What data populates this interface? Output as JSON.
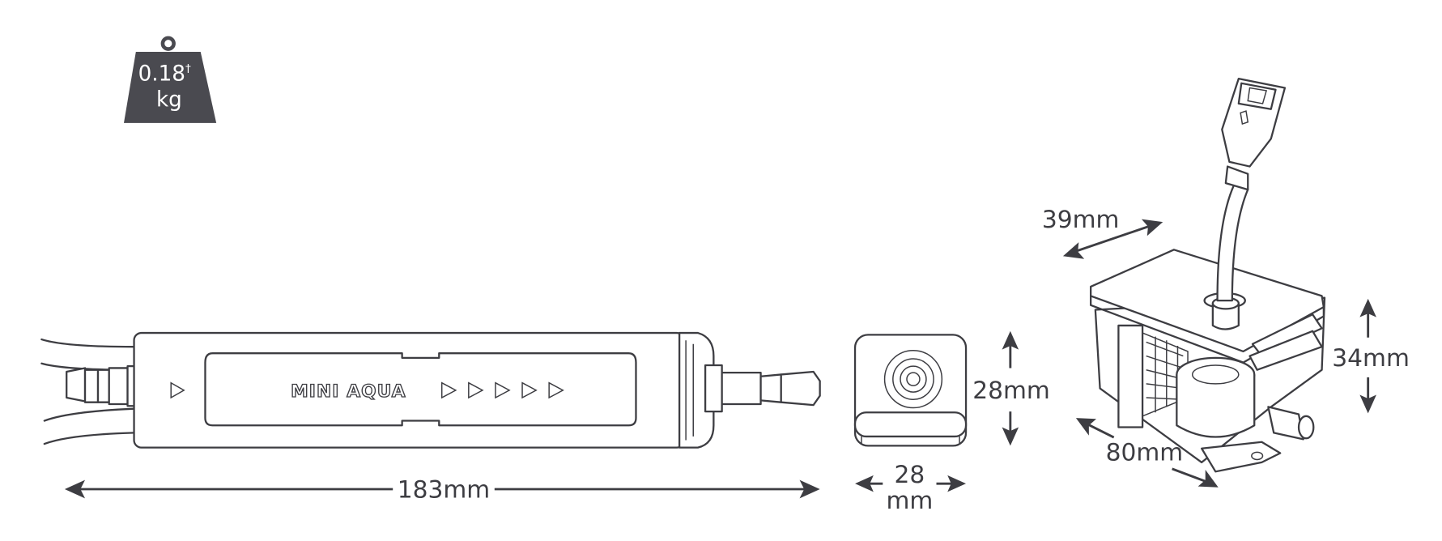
{
  "weight": {
    "value": "0.18",
    "mark": "†",
    "unit": "kg"
  },
  "product_label": "MINI AQUA",
  "dimensions": {
    "length": "183mm",
    "front_height": "28mm",
    "front_width_value": "28",
    "front_width_unit": "mm",
    "depth": "39mm",
    "height": "34mm",
    "width": "80mm"
  },
  "colors": {
    "ink": "#3d3d42",
    "weight_fill": "#4a4a50"
  }
}
